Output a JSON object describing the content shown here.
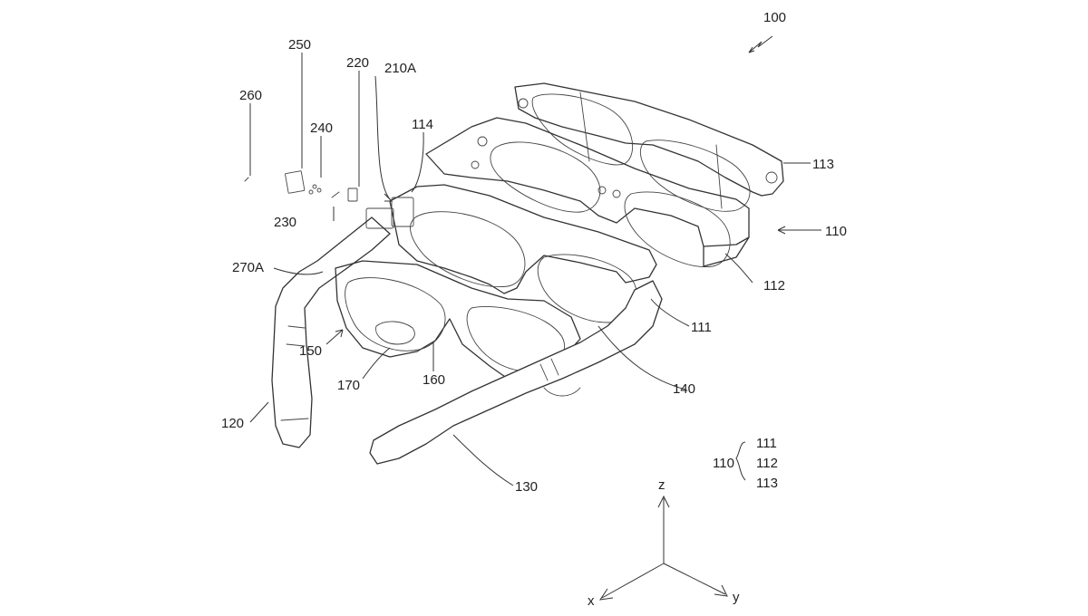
{
  "labels": {
    "l100": "100",
    "l250": "250",
    "l220": "220",
    "l210A": "210A",
    "l260": "260",
    "l240": "240",
    "l114": "114",
    "l113": "113",
    "l230": "230",
    "l110": "110",
    "l270A": "270A",
    "l112": "112",
    "l111": "111",
    "l150": "150",
    "l170": "170",
    "l160": "160",
    "l140": "140",
    "l120": "120",
    "l130": "130"
  },
  "legend": {
    "group": "110",
    "items": [
      "111",
      "112",
      "113"
    ]
  },
  "axes": {
    "z": "z",
    "x": "x",
    "y": "y"
  }
}
